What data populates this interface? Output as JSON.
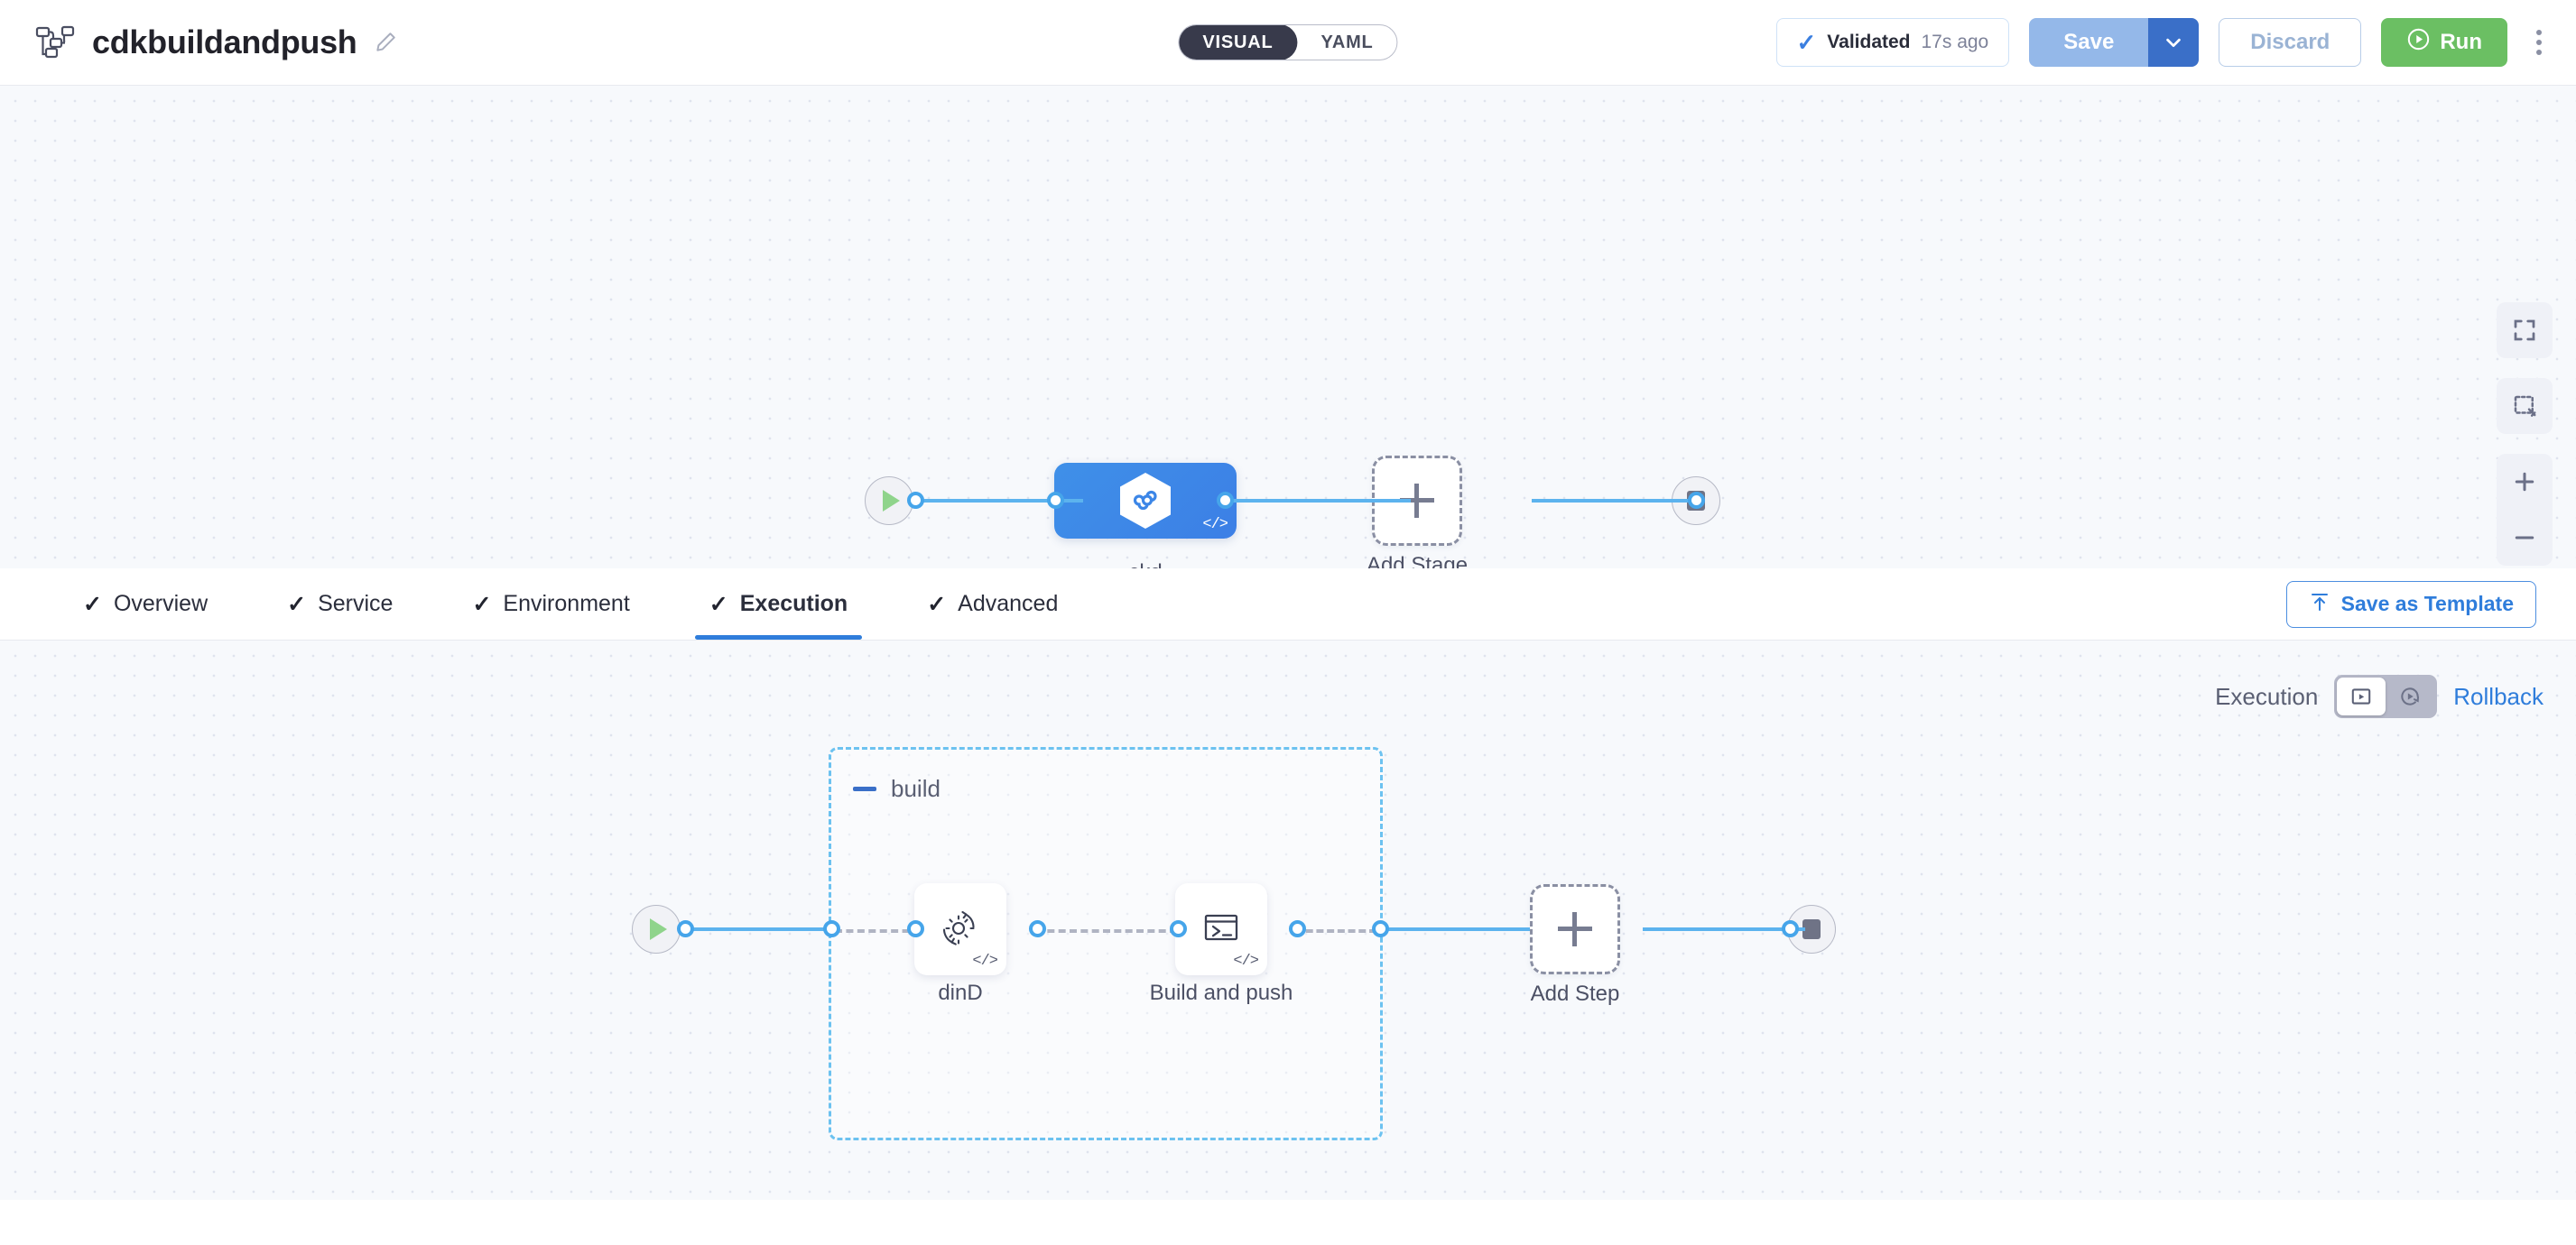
{
  "header": {
    "pipeline_icon": "pipeline-icon",
    "title": "cdkbuildandpush",
    "edit_icon": "pencil-icon",
    "mode_toggle": {
      "visual": "VISUAL",
      "yaml": "YAML",
      "selected": "VISUAL"
    },
    "validated": {
      "icon": "check-icon",
      "label": "Validated",
      "time": "17s ago"
    },
    "save": {
      "label": "Save",
      "caret_icon": "chevron-down-icon"
    },
    "discard": {
      "label": "Discard"
    },
    "run": {
      "label": "Run",
      "icon": "play-circle-icon"
    },
    "menu_icon": "kebab-menu-icon"
  },
  "stage_canvas": {
    "start_node": {
      "icon": "play-icon"
    },
    "stage": {
      "label": "ckd",
      "icon": "harness-deploy-icon",
      "badge": "</>"
    },
    "add_stage": {
      "label": "Add Stage",
      "icon": "plus-icon"
    },
    "end_node": {
      "icon": "stop-icon"
    },
    "controls": [
      {
        "name": "fit-to-screen-icon"
      },
      {
        "name": "marquee-select-icon"
      },
      {
        "name": "zoom-in-icon"
      },
      {
        "name": "zoom-out-icon"
      }
    ]
  },
  "tabs": [
    {
      "label": "Overview",
      "checked": true,
      "active": false
    },
    {
      "label": "Service",
      "checked": true,
      "active": false
    },
    {
      "label": "Environment",
      "checked": true,
      "active": false
    },
    {
      "label": "Execution",
      "checked": true,
      "active": true
    },
    {
      "label": "Advanced",
      "checked": true,
      "active": false
    }
  ],
  "save_as_template": {
    "label": "Save as Template",
    "icon": "save-template-icon"
  },
  "execution": {
    "mode_label": "Execution",
    "rollback_label": "Rollback",
    "toggle": {
      "execution_icon": "execution-view-icon",
      "rollback_icon": "rollback-view-icon",
      "selected": "execution"
    },
    "start_node": {
      "icon": "play-icon"
    },
    "group": {
      "name": "build",
      "collapse_icon": "minus-icon"
    },
    "steps": [
      {
        "label": "dinD",
        "icon": "gear-rotate-icon",
        "badge": "</>"
      },
      {
        "label": "Build and push",
        "icon": "terminal-icon",
        "badge": "</>"
      }
    ],
    "add_step": {
      "label": "Add Step",
      "icon": "plus-icon"
    },
    "end_node": {
      "icon": "stop-icon"
    }
  },
  "colors": {
    "accent_blue": "#2f7ddb",
    "link_blue": "#5cb3ee",
    "run_green": "#6bbf63",
    "stage_blue": "#3c86e7",
    "group_dashed": "#6cc2f0",
    "canvas_bg": "#f7f9fc"
  }
}
